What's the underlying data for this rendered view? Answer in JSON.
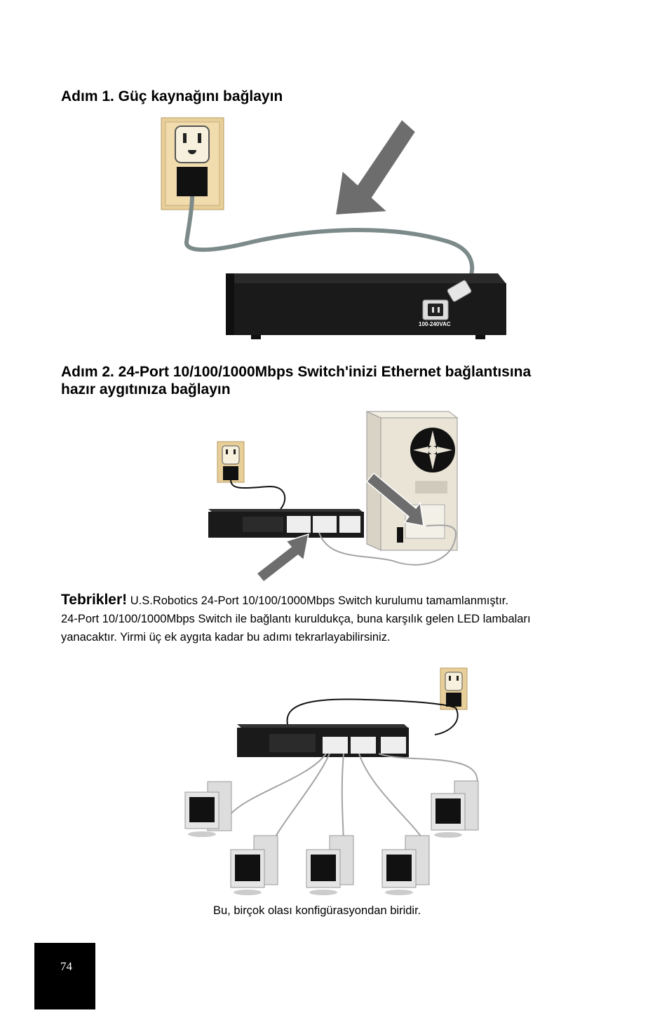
{
  "step1": {
    "heading": "Adım 1. Güç kaynağını bağlayın",
    "switch_label": "100-240VAC"
  },
  "step2": {
    "heading_line1": "Adım 2. 24-Port 10/100/1000Mbps Switch'inizi Ethernet bağlantısına",
    "heading_line2": "hazır aygıtınıza bağlayın"
  },
  "congrats": {
    "lead": "Tebrikler!",
    "line1": " U.S.Robotics 24-Port 10/100/1000Mbps Switch kurulumu tamamlanmıştır.",
    "line2": "24-Port 10/100/1000Mbps Switch ile bağlantı kuruldukça, buna karşılık gelen LED lambaları",
    "line3": "yanacaktır. Yirmi üç ek aygıta kadar bu adımı tekrarlayabilirsiniz."
  },
  "caption": "Bu, birçok olası konfigürasyondan biridir.",
  "page_number": "74",
  "colors": {
    "outlet_plate": "#e8cf9a",
    "switch_body": "#1a1a1a",
    "arrow_gray": "#6d6d6d",
    "cable_gray": "#9a9a9a",
    "pc_beige": "#e9e4d6"
  }
}
